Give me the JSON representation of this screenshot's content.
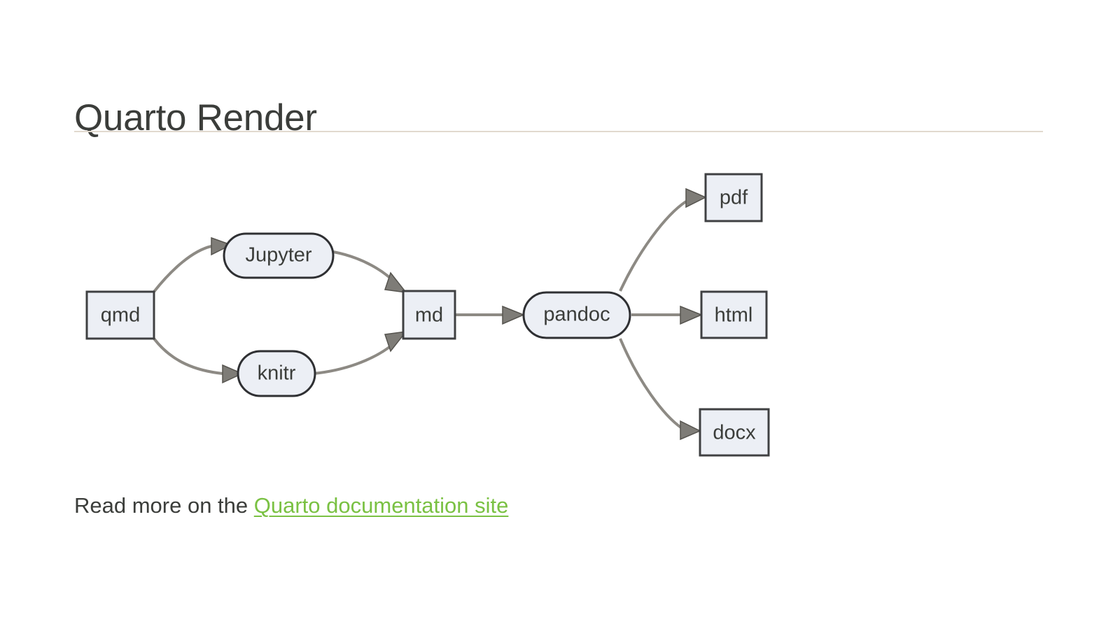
{
  "page": {
    "title": "Quarto Render",
    "background_color": "#ffffff",
    "title_color": "#3b3d3a",
    "rule_color": "#e1d9ce"
  },
  "diagram": {
    "type": "flowchart",
    "direction": "left-to-right",
    "node_fill": "#eceff5",
    "node_stroke": "#3f4042",
    "edge_color": "#8d8a84",
    "arrow_fill": "#7e7c77",
    "nodes": [
      {
        "id": "qmd",
        "label": "qmd",
        "shape": "rect"
      },
      {
        "id": "jupyter",
        "label": "Jupyter",
        "shape": "stadium"
      },
      {
        "id": "knitr",
        "label": "knitr",
        "shape": "stadium"
      },
      {
        "id": "md",
        "label": "md",
        "shape": "rect"
      },
      {
        "id": "pandoc",
        "label": "pandoc",
        "shape": "stadium"
      },
      {
        "id": "pdf",
        "label": "pdf",
        "shape": "rect"
      },
      {
        "id": "html",
        "label": "html",
        "shape": "rect"
      },
      {
        "id": "docx",
        "label": "docx",
        "shape": "rect"
      }
    ],
    "edges": [
      {
        "from": "qmd",
        "to": "jupyter"
      },
      {
        "from": "qmd",
        "to": "knitr"
      },
      {
        "from": "jupyter",
        "to": "md"
      },
      {
        "from": "knitr",
        "to": "md"
      },
      {
        "from": "md",
        "to": "pandoc"
      },
      {
        "from": "pandoc",
        "to": "pdf"
      },
      {
        "from": "pandoc",
        "to": "html"
      },
      {
        "from": "pandoc",
        "to": "docx"
      }
    ]
  },
  "footer": {
    "prefix": "Read more on the ",
    "link_text": "Quarto documentation site",
    "link_color": "#7ac143"
  }
}
